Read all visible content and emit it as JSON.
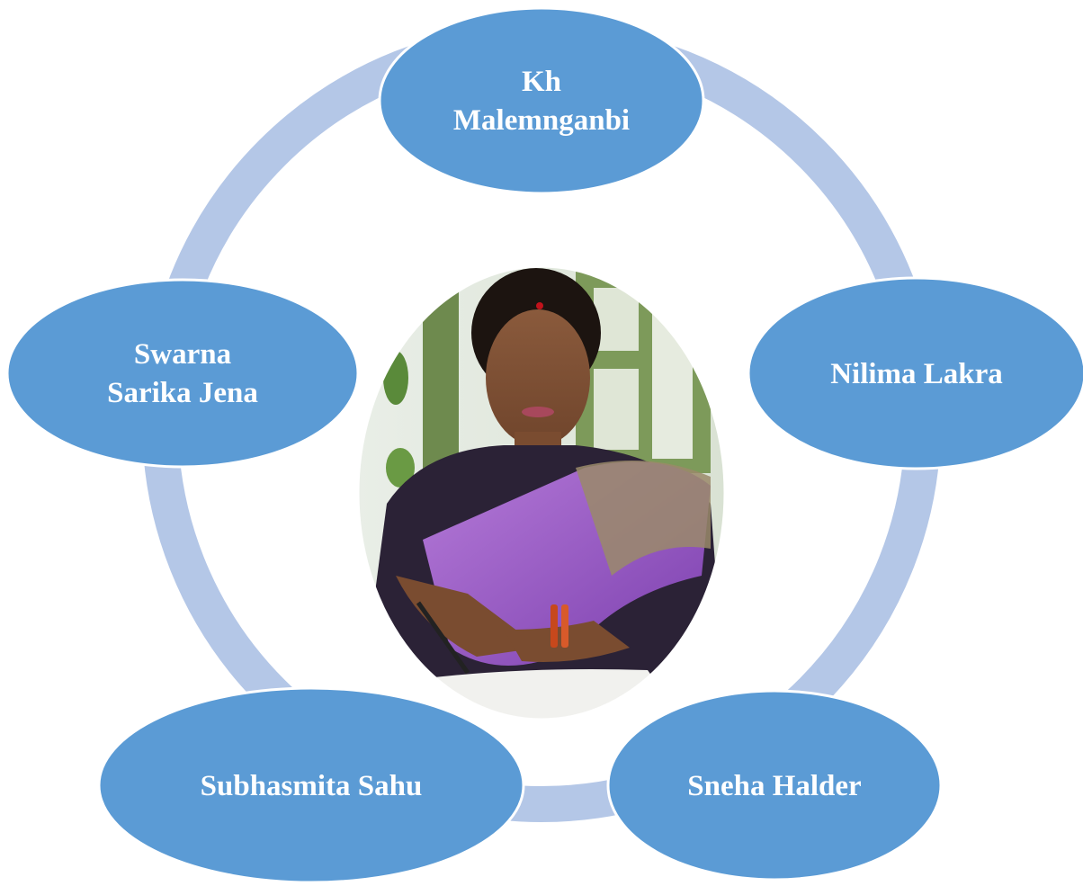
{
  "diagram": {
    "type": "cycle",
    "colors": {
      "ring": "#b4c7e7",
      "node_fill": "#5b9bd5",
      "node_stroke": "#ffffff",
      "label": "#ffffff"
    },
    "nodes": [
      {
        "id": "top",
        "lines": [
          "Kh",
          "Malemnganbi"
        ]
      },
      {
        "id": "right",
        "lines": [
          "Nilima Lakra"
        ]
      },
      {
        "id": "bottom-right",
        "lines": [
          "Sneha Halder"
        ]
      },
      {
        "id": "bottom-left",
        "lines": [
          "Subhasmita Sahu"
        ]
      },
      {
        "id": "left",
        "lines": [
          "Swarna",
          "Sarika Jena"
        ]
      }
    ],
    "center": {
      "image": "portrait of a woman in a purple sari writing at a desk"
    }
  }
}
